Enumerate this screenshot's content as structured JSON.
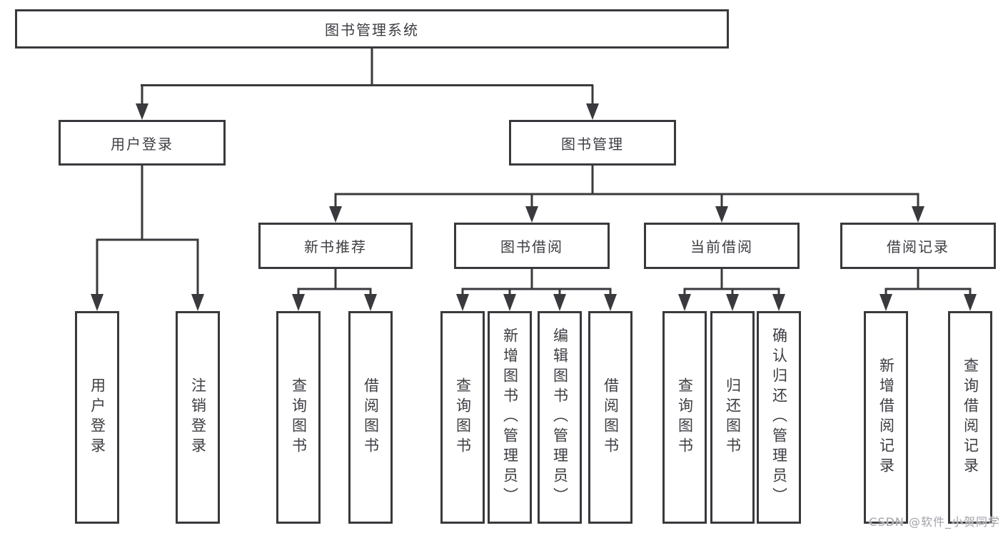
{
  "diagram": {
    "title": "图书管理系统",
    "colors": {
      "line": "#3a3a3e",
      "box_border": "#39393d",
      "text": "#3d3d43",
      "watermark": "#a2a2aa",
      "background": "#ffffff"
    },
    "nodes": {
      "root": "图书管理系统",
      "l2": [
        "用户登录",
        "图书管理"
      ],
      "l3": [
        "新书推荐",
        "图书借阅",
        "当前借阅",
        "借阅记录"
      ],
      "leaves": [
        "用户登录",
        "注销登录",
        "查询图书",
        "借阅图书",
        "查询图书",
        "新增图书（管理员）",
        "编辑图书（管理员）",
        "借阅图书",
        "查询图书",
        "归还图书",
        "确认归还（管理员）",
        "新增借阅记录",
        "查询借阅记录"
      ]
    },
    "hierarchy": {
      "图书管理系统": [
        "用户登录",
        "图书管理"
      ],
      "用户登录": [
        "用户登录",
        "注销登录"
      ],
      "图书管理": [
        "新书推荐",
        "图书借阅",
        "当前借阅",
        "借阅记录"
      ],
      "新书推荐": [
        "查询图书",
        "借阅图书"
      ],
      "图书借阅": [
        "查询图书",
        "新增图书（管理员）",
        "编辑图书（管理员）",
        "借阅图书"
      ],
      "当前借阅": [
        "查询图书",
        "归还图书",
        "确认归还（管理员）"
      ],
      "借阅记录": [
        "新增借阅记录",
        "查询借阅记录"
      ]
    },
    "watermark": "CSDN @软件_小贺同学"
  }
}
